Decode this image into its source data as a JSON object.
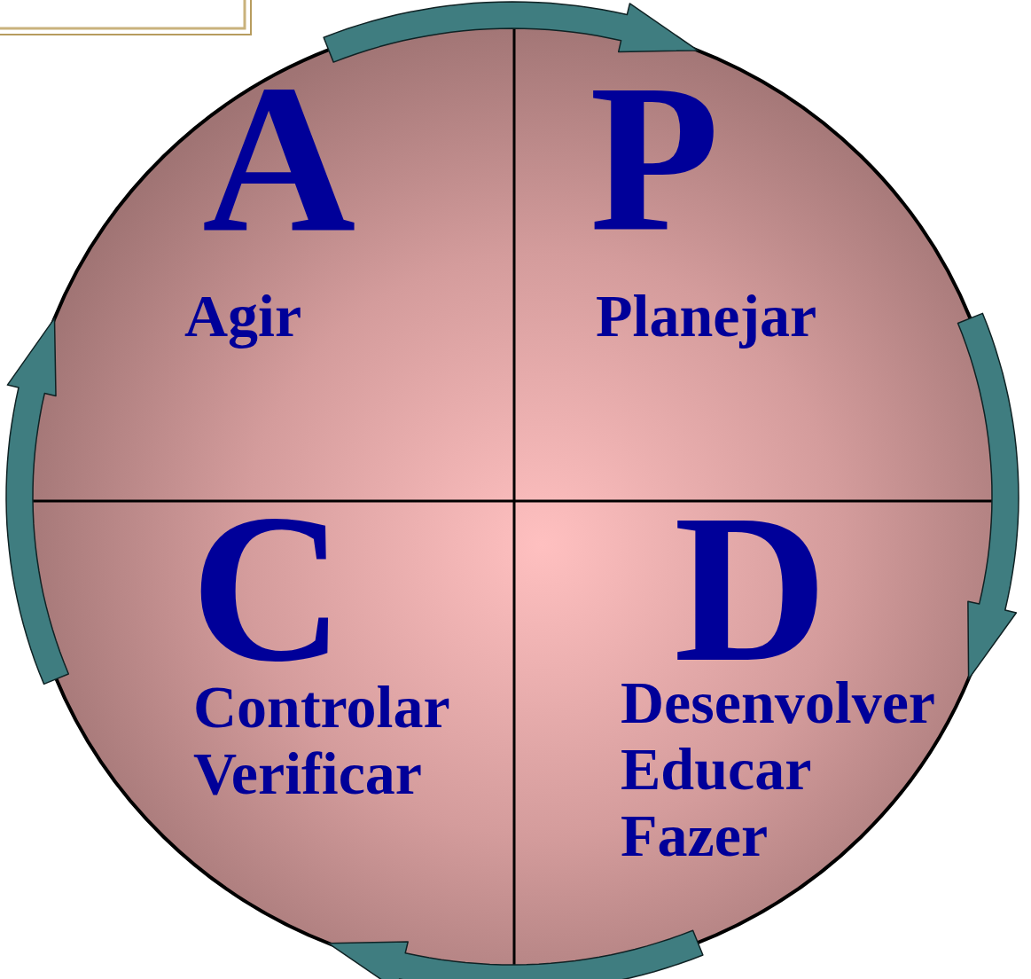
{
  "diagram": {
    "nodes": [
      {
        "text": [
          "A",
          "Agir"
        ]
      },
      {
        "text": [
          "P",
          "Planejar"
        ]
      },
      {
        "text": [
          "C",
          "Controlar Verificar"
        ]
      },
      {
        "text": [
          "D",
          "Desenvolver Educar Fazer"
        ]
      }
    ],
    "edges": [
      {
        "from": 0,
        "to": 1,
        "arrow": "to"
      },
      {
        "from": 1,
        "to": 3,
        "arrow": "to"
      },
      {
        "from": 3,
        "to": 2,
        "arrow": "to"
      },
      {
        "from": 2,
        "to": 0,
        "arrow": "to"
      }
    ]
  }
}
